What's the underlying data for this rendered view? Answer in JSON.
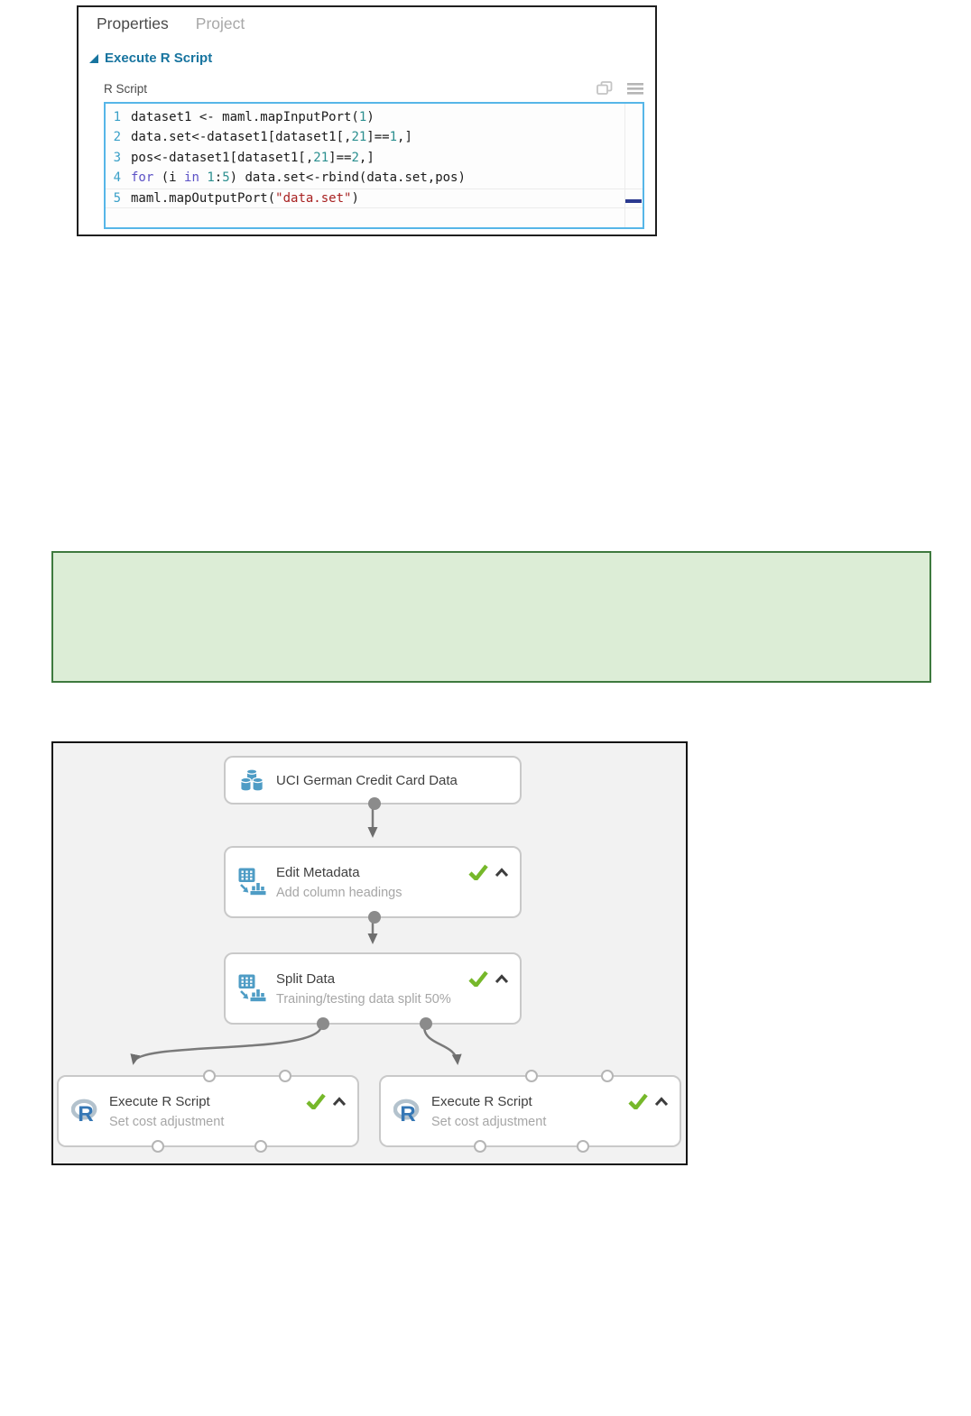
{
  "properties_panel": {
    "tabs": [
      {
        "label": "Properties",
        "active": true
      },
      {
        "label": "Project",
        "active": false
      }
    ],
    "section_title": "Execute R Script",
    "field_label": "R Script",
    "editor": {
      "active_line": 5,
      "lines": [
        {
          "num": "1",
          "tokens": [
            {
              "t": "dataset1 <- maml.mapInputPort(",
              "c": "p"
            },
            {
              "t": "1",
              "c": "n"
            },
            {
              "t": ")",
              "c": "p"
            }
          ]
        },
        {
          "num": "2",
          "tokens": [
            {
              "t": "data.set<-dataset1[dataset1[,",
              "c": "p"
            },
            {
              "t": "21",
              "c": "n"
            },
            {
              "t": "]==",
              "c": "p"
            },
            {
              "t": "1",
              "c": "n"
            },
            {
              "t": ",]",
              "c": "p"
            }
          ]
        },
        {
          "num": "3",
          "tokens": [
            {
              "t": "pos<-dataset1[dataset1[,",
              "c": "p"
            },
            {
              "t": "21",
              "c": "n"
            },
            {
              "t": "]==",
              "c": "p"
            },
            {
              "t": "2",
              "c": "n"
            },
            {
              "t": ",]",
              "c": "p"
            }
          ]
        },
        {
          "num": "4",
          "tokens": [
            {
              "t": "for",
              "c": "k"
            },
            {
              "t": " (i ",
              "c": "p"
            },
            {
              "t": "in",
              "c": "k"
            },
            {
              "t": " ",
              "c": "p"
            },
            {
              "t": "1",
              "c": "n"
            },
            {
              "t": ":",
              "c": "p"
            },
            {
              "t": "5",
              "c": "n"
            },
            {
              "t": ") data.set<-rbind(data.set,pos)",
              "c": "p"
            }
          ]
        },
        {
          "num": "5",
          "tokens": [
            {
              "t": "maml.mapOutputPort(",
              "c": "p"
            },
            {
              "t": "\"data.set\"",
              "c": "s"
            },
            {
              "t": ")",
              "c": "p"
            }
          ]
        }
      ]
    }
  },
  "callout": {
    "text": ""
  },
  "diagram": {
    "nodes": [
      {
        "id": "uci-dataset",
        "title": "UCI German Credit Card Data",
        "subtitle": "",
        "icon": "dataset-cylinders",
        "status": ""
      },
      {
        "id": "edit-metadata",
        "title": "Edit Metadata",
        "subtitle": "Add column headings",
        "icon": "table-transform",
        "status": "success"
      },
      {
        "id": "split-data",
        "title": "Split Data",
        "subtitle": "Training/testing data split 50%",
        "icon": "table-transform",
        "status": "success"
      },
      {
        "id": "execute-r-script-left",
        "title": "Execute R Script",
        "subtitle": "Set cost adjustment",
        "icon": "r-logo",
        "status": "success"
      },
      {
        "id": "execute-r-script-right",
        "title": "Execute R Script",
        "subtitle": "Set cost adjustment",
        "icon": "r-logo",
        "status": "success"
      }
    ]
  },
  "icons": {
    "collapse_triangle": "lower-right-black-triangle",
    "popout": "overlapping-squares",
    "menu": "hamburger-three-lines",
    "status_ok": "green-check",
    "node_collapse": "chevron-up"
  },
  "colors": {
    "accent_blue": "#17749f",
    "editor_border": "#56b6e8",
    "line_number_blue": "#3aa0c8",
    "code_default": "#1b1b1b",
    "code_number": "#2b8f8f",
    "code_keyword": "#5c52c6",
    "code_string": "#a82121",
    "scroll_mark_navy": "#2b3a90",
    "callout_bg": "#dcedd6",
    "callout_border": "#3e7a3e",
    "canvas_bg": "#f2f2f2",
    "node_border": "#c9c9c9",
    "icon_blue": "#4e9cc5",
    "check_green": "#76b82a",
    "connector_gray": "#7a7a7a",
    "port_filled_gray": "#8b8b8b"
  }
}
